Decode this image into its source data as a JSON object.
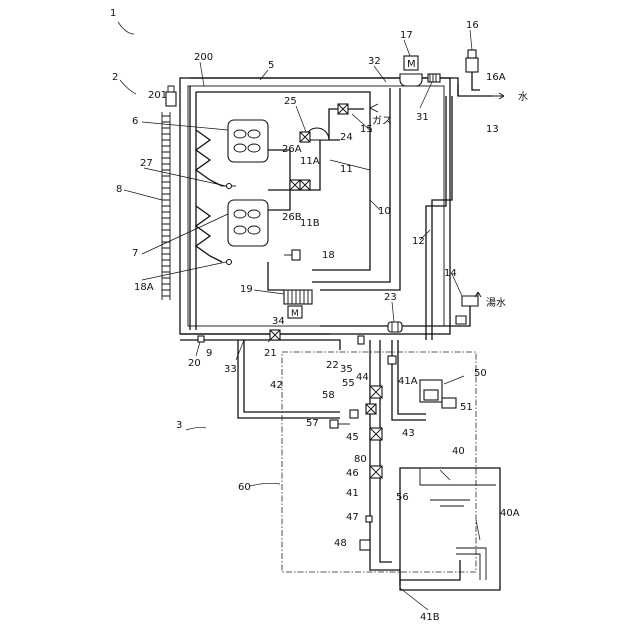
{
  "labels": {
    "n1": "1",
    "n2": "2",
    "n201": "201",
    "n200": "200",
    "n5": "5",
    "n32": "32",
    "n17": "17",
    "n16": "16",
    "n16A": "16A",
    "n13": "13",
    "mizu": "水",
    "n6": "6",
    "n25": "25",
    "n27": "27",
    "n8": "8",
    "n26A": "26A",
    "n11A": "11A",
    "n24": "24",
    "n15": "15",
    "gas": "ガス",
    "n31": "31",
    "n11": "11",
    "n26B": "26B",
    "n11B": "11B",
    "n10": "10",
    "n12": "12",
    "n7": "7",
    "n18": "18",
    "n18A": "18A",
    "n19": "19",
    "n14": "14",
    "yu": "湯水",
    "n23": "23",
    "n34": "34",
    "n20": "20",
    "n9": "9",
    "n33": "33",
    "n21": "21",
    "n22": "22",
    "n35": "35",
    "n50": "50",
    "n42": "42",
    "n44": "44",
    "n55": "55",
    "n41A": "41A",
    "n58": "58",
    "n51": "51",
    "n57": "57",
    "n3": "3",
    "n45": "45",
    "n43": "43",
    "n80": "80",
    "n40": "40",
    "n46": "46",
    "n60": "60",
    "n41": "41",
    "n56": "56",
    "n47": "47",
    "n40A": "40A",
    "n48": "48",
    "n41B": "41B",
    "motorM": "M",
    "motorM2": "M"
  }
}
